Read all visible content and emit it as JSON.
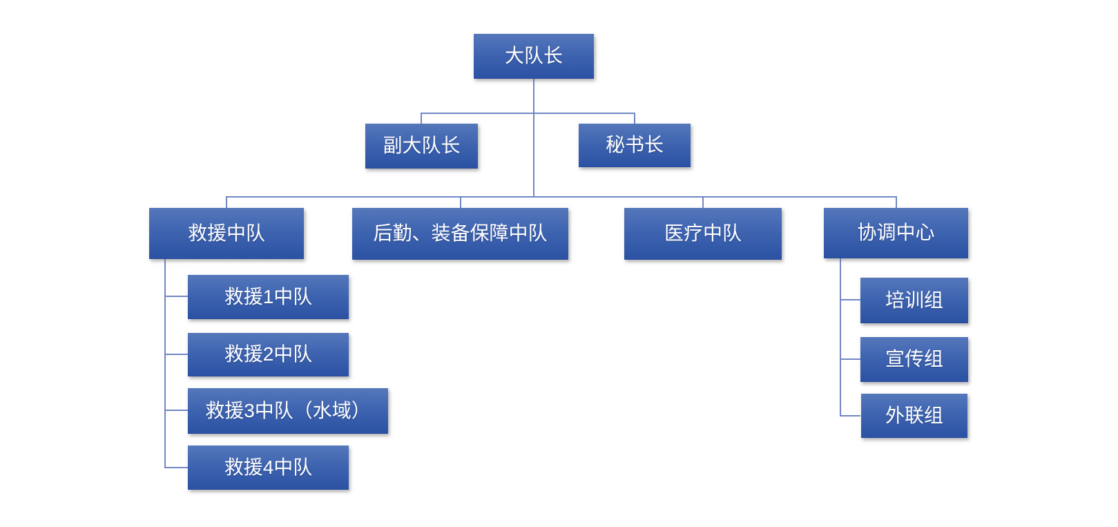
{
  "diagram": {
    "type": "organization-chart",
    "language": "zh-CN",
    "colors": {
      "node_gradient_top": "#5577bb",
      "node_gradient_bottom": "#2b52a3",
      "connector": "#7086c5",
      "node_text": "#ffffff",
      "background": "#ffffff"
    },
    "nodes": {
      "root": {
        "label": "大队长"
      },
      "deputy": {
        "label": "副大队长"
      },
      "secretary": {
        "label": "秘书长"
      },
      "rescue": {
        "label": "救援中队"
      },
      "logistics": {
        "label": "后勤、装备保障中队"
      },
      "medical": {
        "label": "医疗中队"
      },
      "coordination": {
        "label": "协调中心"
      },
      "rescue1": {
        "label": "救援1中队"
      },
      "rescue2": {
        "label": "救援2中队"
      },
      "rescue3": {
        "label": "救援3中队（水域）"
      },
      "rescue4": {
        "label": "救援4中队"
      },
      "training": {
        "label": "培训组"
      },
      "publicity": {
        "label": "宣传组"
      },
      "liaison": {
        "label": "外联组"
      }
    },
    "structure": {
      "root": "大队长",
      "assistants_of_root": [
        "副大队长",
        "秘书长"
      ],
      "departments_of_root": [
        "救援中队",
        "后勤、装备保障中队",
        "医疗中队",
        "协调中心"
      ],
      "children_of_rescue": [
        "救援1中队",
        "救援2中队",
        "救援3中队（水域）",
        "救援4中队"
      ],
      "children_of_coordination": [
        "培训组",
        "宣传组",
        "外联组"
      ]
    }
  }
}
